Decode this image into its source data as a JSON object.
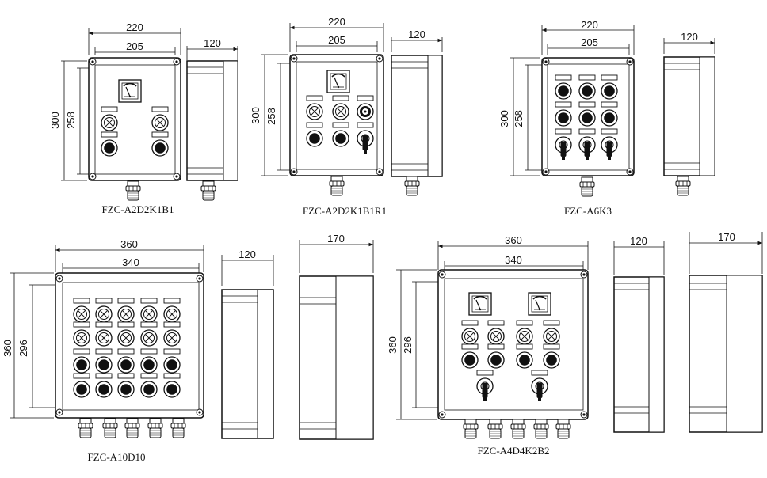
{
  "units": [
    {
      "id": "a2d2k1b1",
      "model": "FZC-A2D2K1B1",
      "width": "220",
      "inner_width": "205",
      "height": "300",
      "inner_height": "258",
      "depth": "120",
      "meters": 1,
      "indicators": 2,
      "buttons": 2,
      "switches": 0
    },
    {
      "id": "a2d2k1b1r1",
      "model": "FZC-A2D2K1B1R1",
      "width": "220",
      "inner_width": "205",
      "height": "300",
      "inner_height": "258",
      "depth": "120",
      "meters": 1,
      "indicators": 2,
      "buttons": 2,
      "switches": 1
    },
    {
      "id": "a6k3",
      "model": "FZC-A6K3",
      "width": "220",
      "inner_width": "205",
      "height": "300",
      "inner_height": "258",
      "depth": "120",
      "meters": 0,
      "indicators": 0,
      "buttons": 6,
      "switches": 3
    },
    {
      "id": "a10d10",
      "model": "FZC-A10D10",
      "width": "360",
      "inner_width": "340",
      "height": "360",
      "inner_height": "296",
      "depth": "120",
      "depth_alt": "170",
      "meters": 0,
      "indicators": 10,
      "buttons": 10,
      "switches": 0
    },
    {
      "id": "a4d4k2b2",
      "model": "FZC-A4D4K2B2",
      "width": "360",
      "inner_width": "340",
      "height": "360",
      "inner_height": "296",
      "depth": "120",
      "depth_alt": "170",
      "meters": 2,
      "indicators": 4,
      "buttons": 4,
      "switches": 2
    }
  ]
}
